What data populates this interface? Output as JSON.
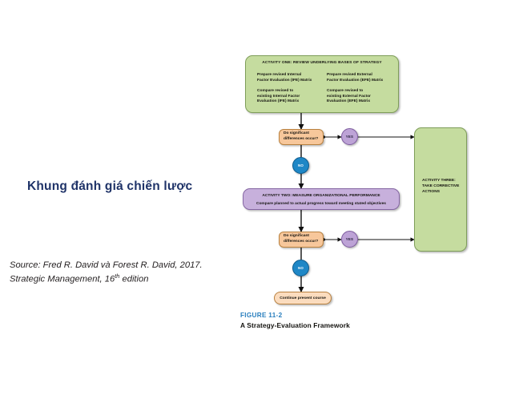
{
  "slide": {
    "title": "Khung đánh giá chiến lược",
    "title_color": "#1f3368",
    "background": "#ffffff"
  },
  "source": {
    "line1": "Source: Fred R. David và Forest R. David, 2017.",
    "line2_prefix": "Strategic Management, 16",
    "line2_sup": "th",
    "line2_suffix": " edition"
  },
  "figure": {
    "number": "FIGURE 11-2",
    "title": "A Strategy-Evaluation Framework",
    "number_color": "#2a7fbe"
  },
  "chart_data": {
    "type": "diagram",
    "title": "A Strategy-Evaluation Framework",
    "nodes": [
      {
        "id": "activity-one",
        "shape": "rounded-rect",
        "fill": "#c5dc9f",
        "stroke": "#7f9e5a",
        "header": "ACTIVITY ONE: REVIEW UNDERLYING BASES OF STRATEGY",
        "cells": [
          "Prepare revised Internal Factor Evaluation (IFE) Matrix",
          "Prepare revised External Factor Evaluation (EFE) Matrix",
          "Compare revised to existing Internal Factor Evaluation (IFE) Matrix",
          "Compare revised to existing External Factor Evaluation (EFE) Matrix"
        ]
      },
      {
        "id": "decision-one",
        "shape": "rounded-rect",
        "fill": "#f7c79b",
        "stroke": "#b9813f",
        "label": "Do significant differences occur?"
      },
      {
        "id": "yes-one",
        "shape": "circle",
        "fill": "#bda3d6",
        "stroke": "#7e5ca0",
        "label": "YES"
      },
      {
        "id": "no-one",
        "shape": "circle",
        "fill": "#1f87c6",
        "stroke": "#0f5c8d",
        "label": "NO"
      },
      {
        "id": "activity-two",
        "shape": "rounded-rect",
        "fill": "#c7b0dc",
        "stroke": "#8566a3",
        "header": "ACTIVITY TWO: MEASURE ORGANIZATIONAL PERFORMANCE",
        "sub": "Compare planned to actual progress toward meeting stated objectives"
      },
      {
        "id": "decision-two",
        "shape": "rounded-rect",
        "fill": "#f7c79b",
        "stroke": "#b9813f",
        "label": "Do significant differences occur?"
      },
      {
        "id": "yes-two",
        "shape": "circle",
        "fill": "#bda3d6",
        "stroke": "#7e5ca0",
        "label": "YES"
      },
      {
        "id": "no-two",
        "shape": "circle",
        "fill": "#1f87c6",
        "stroke": "#0f5c8d",
        "label": "NO"
      },
      {
        "id": "activity-three",
        "shape": "rounded-rect",
        "fill": "#c5dc9f",
        "stroke": "#7f9e5a",
        "label": "ACTIVITY THREE: TAKE CORRECTIVE ACTIONS"
      },
      {
        "id": "continue",
        "shape": "pill",
        "fill": "#fbdcbe",
        "stroke": "#b9813f",
        "label": "Continue present course"
      }
    ],
    "edges": [
      {
        "from": "activity-one",
        "to": "decision-one",
        "label": ""
      },
      {
        "from": "decision-one",
        "to": "yes-one",
        "label": "YES"
      },
      {
        "from": "yes-one",
        "to": "activity-three",
        "label": ""
      },
      {
        "from": "decision-one",
        "to": "no-one",
        "label": "NO"
      },
      {
        "from": "no-one",
        "to": "activity-two",
        "label": ""
      },
      {
        "from": "activity-two",
        "to": "decision-two",
        "label": ""
      },
      {
        "from": "decision-two",
        "to": "yes-two",
        "label": "YES"
      },
      {
        "from": "yes-two",
        "to": "activity-three",
        "label": ""
      },
      {
        "from": "decision-two",
        "to": "no-two",
        "label": "NO"
      },
      {
        "from": "no-two",
        "to": "continue",
        "label": ""
      }
    ]
  },
  "activity_one": {
    "header": "ACTIVITY ONE: REVIEW UNDERLYING BASES OF STRATEGY",
    "cell_tl_line1": "Prepare revised Internal",
    "cell_tl_line2": "Factor Evaluation (IFE) Matrix",
    "cell_tr_line1": "Prepare revised External",
    "cell_tr_line2": "Factor Evaluation (EFE) Matrix",
    "cell_bl_line1": "Compare revised to",
    "cell_bl_line2": "existing Internal Factor",
    "cell_bl_line3": "Evaluation (IFE) Matrix",
    "cell_br_line1": "Compare revised to",
    "cell_br_line2": "existing External Factor",
    "cell_br_line3": "Evaluation (EFE) Matrix"
  },
  "activity_two": {
    "header": "ACTIVITY TWO: MEASURE ORGANIZATIONAL PERFORMANCE",
    "sub": "Compare planned to actual progress toward meeting stated objectives"
  },
  "activity_three": {
    "line1": "ACTIVITY THREE:",
    "line2": "TAKE CORRECTIVE",
    "line3": "ACTIONS"
  },
  "decision": {
    "line1": "Do significant",
    "line2": "differences occur?"
  },
  "labels": {
    "yes": "YES",
    "no": "NO",
    "continue": "Continue present course"
  }
}
